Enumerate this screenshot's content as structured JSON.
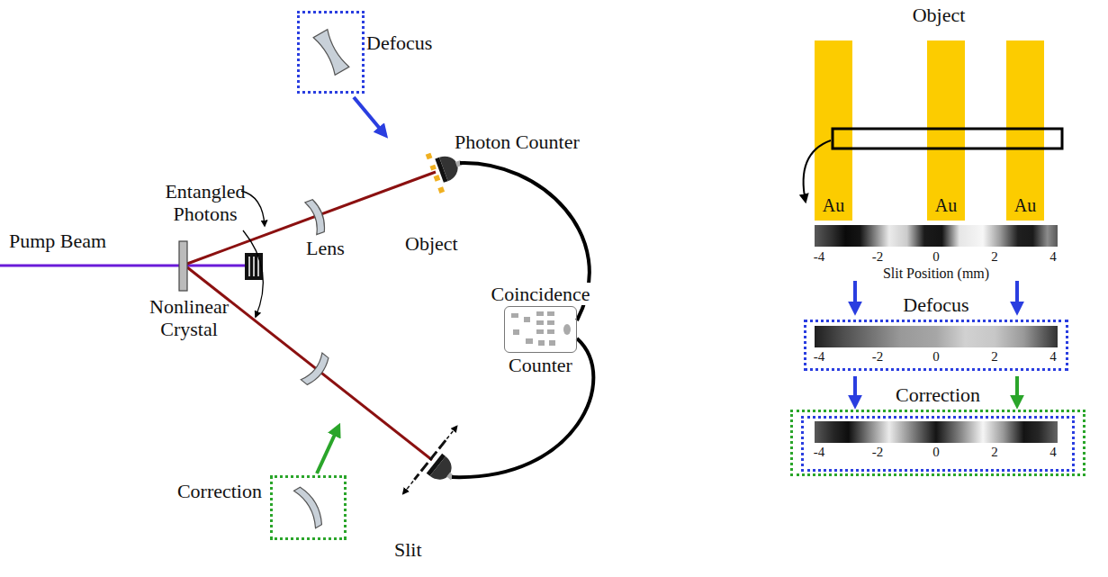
{
  "diagram": {
    "nodes": [
      {
        "text": [
          "Defocus"
        ]
      },
      {
        "text": [
          "Coincidence",
          "Counter"
        ]
      },
      {
        "text": [
          "Correction"
        ]
      },
      {
        "text": [
          "Au"
        ]
      },
      {
        "text": [
          "Au"
        ]
      },
      {
        "text": [
          "Au"
        ]
      },
      {
        "text": [
          "Defocus",
          "-4",
          "-2",
          "0",
          "2",
          "4"
        ]
      },
      {
        "text": [
          "Correction"
        ]
      },
      {
        "text": [
          "-4",
          "-2",
          "0",
          "2",
          "4"
        ],
        "in": 7
      }
    ],
    "labels": [
      "Photon Counter",
      "Entangled Photons",
      "Pump Beam",
      "Lens",
      "Object",
      "Nonlinear Crystal",
      "Slit",
      "Object",
      "-4",
      "-2",
      "0",
      "2",
      "4",
      "Slit Position (mm)"
    ]
  }
}
